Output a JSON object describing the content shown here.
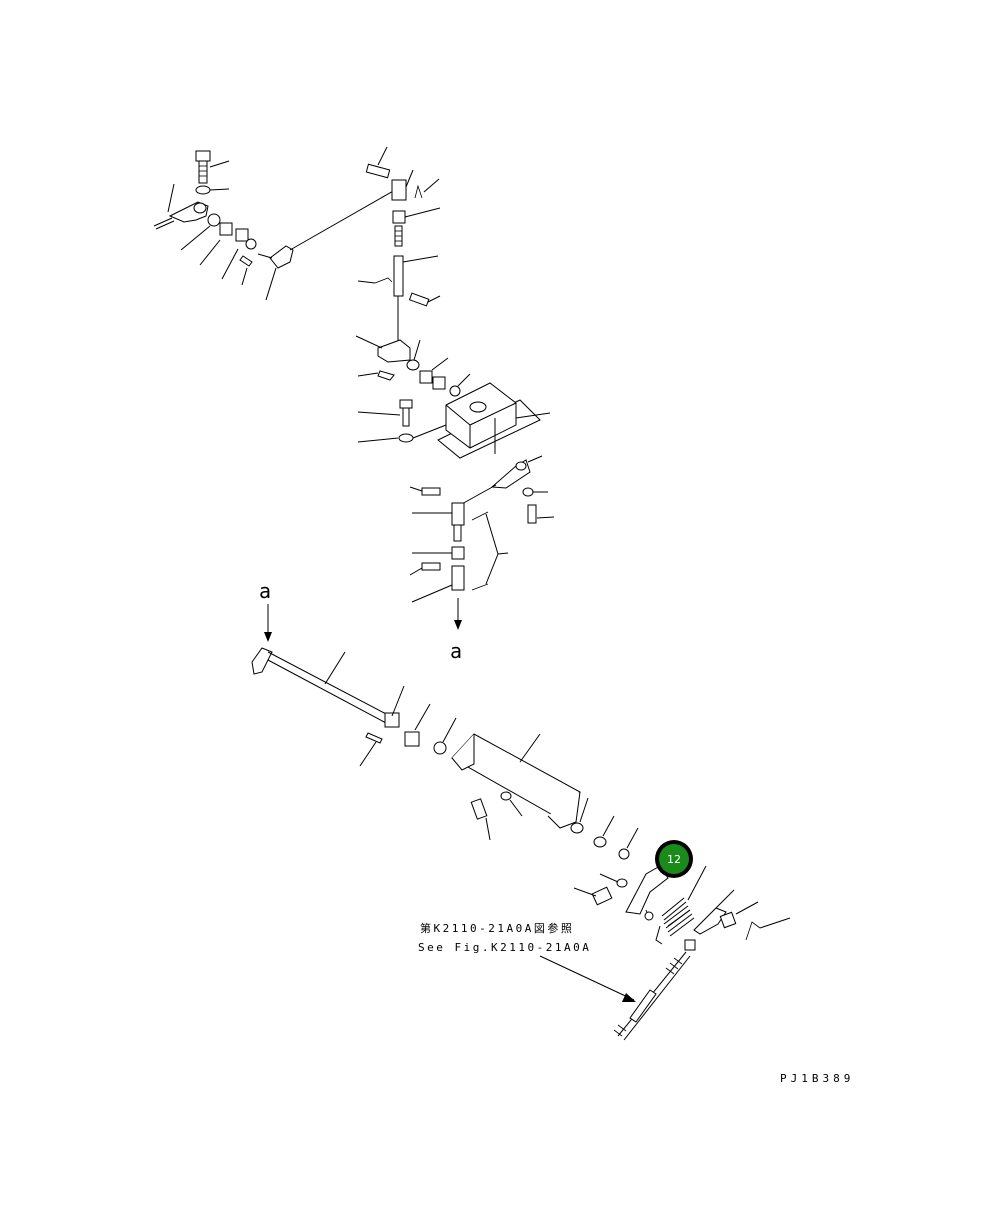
{
  "callouts": {
    "a_top": "a",
    "a_bottom": "a"
  },
  "reference": {
    "line1": "第K2110-21A0A図参照",
    "line2": "See Fig.K2110-21A0A"
  },
  "highlight": {
    "label": "12",
    "color": "#1a8a1a"
  },
  "drawing_code": "PJ1B389"
}
